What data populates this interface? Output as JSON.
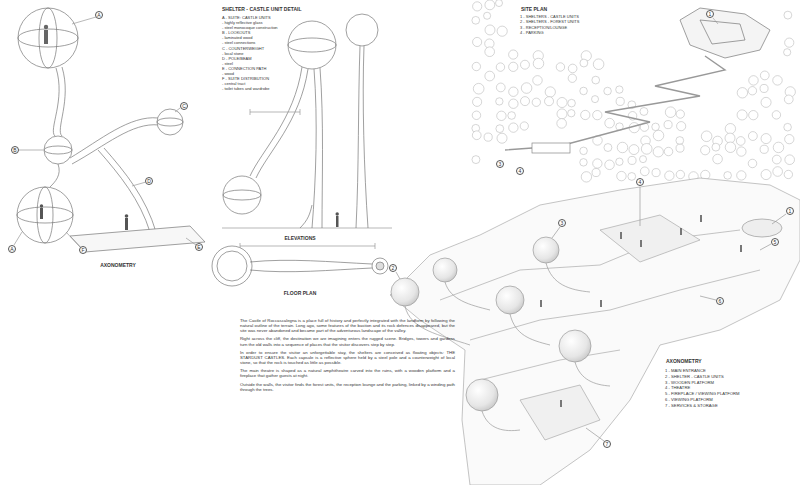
{
  "diagram": {
    "title": "SHELTER - CASTLE UNIT DETAIL",
    "nodes": [
      {
        "text": [
          "A"
        ]
      },
      {
        "text": [
          "B"
        ]
      },
      {
        "text": [
          "C"
        ]
      },
      {
        "text": [
          "D"
        ]
      },
      {
        "text": [
          "A"
        ]
      },
      {
        "text": [
          "F"
        ]
      },
      {
        "text": [
          "E"
        ]
      },
      {
        "text": [
          "1"
        ]
      },
      {
        "text": [
          "3"
        ]
      },
      {
        "text": [
          "4"
        ]
      },
      {
        "text": [
          "1"
        ]
      },
      {
        "text": [
          "2"
        ]
      },
      {
        "text": [
          "3"
        ]
      },
      {
        "text": [
          "4"
        ]
      },
      {
        "text": [
          "5"
        ]
      },
      {
        "text": [
          "6"
        ]
      },
      {
        "text": [
          "7"
        ]
      }
    ],
    "labels": [
      "A - SUITE: CASTLE UNITS",
      "- highly reflective glass",
      "- steel monocoque construction",
      "B - LOOKOUTS",
      "- laminated wood",
      "- steel connections",
      "C - COUNTERWEIGHT",
      "- local stone",
      "D - POLE/BEAM",
      "- steel",
      "E - CONNECTION PATH",
      "- wood",
      "F - SUITE DISTRIBUTION",
      "- central tract",
      "- toilet tubes and wardrobe",
      "AXONOMETRY",
      "ELEVATIONS",
      "FLOOR PLAN",
      "SITE PLAN",
      "1 - SHELTERS - CASTLE UNITS",
      "2 - SHELTERS - FOREST UNITS",
      "3 - RECEPTION/LOUNGE",
      "4 - PARKING",
      "AXONOMETRY",
      "1 - MAIN ENTRANCE",
      "2 - SHELTER - CASTLE UNITS",
      "3 - WOODEN PLATFORM",
      "4 - THEATRE",
      "5 - FIREPLACE / VIEWING PLATFORM",
      "6 - VIEWING PLATFORM",
      "7 - SERVICES & STORAGE",
      "The Castle of Roccascalegna is a place full of history and perfectly integrated with the landform by following the natural outline of the terrain. Long ago, some features of the bastion and its rock defences disappeared, but the site was never abandoned and became part of the adventurous landscape of the valley.",
      "Right across the cliff, the destination we are imagining enters the rugged scene. Bridges, towers and gardens turn the old walls into a sequence of places that the visitor discovers step by step.",
      "In order to ensure the visitor an unforgettable stay, the shelters are conceived as floating objects: THE STARDUST CASTLES. Each capsule is a reflective sphere held by a steel pole and a counterweight of local stone, so that the rock is touched as little as possible.",
      "The main theatre is shaped as a natural amphitheatre carved into the ruins, with a wooden platform and a fireplace that gather guests at night.",
      "Outside the walls, the visitor finds the forest units, the reception lounge and the parking, linked by a winding path through the trees."
    ]
  }
}
